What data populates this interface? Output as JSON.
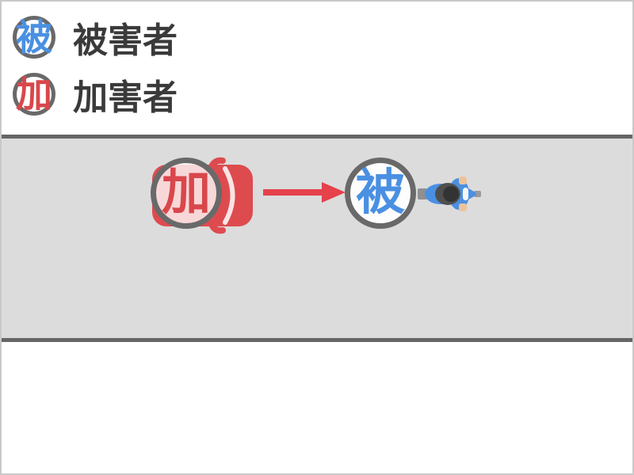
{
  "legend": {
    "items": [
      {
        "badge": "被",
        "label": "被害者"
      },
      {
        "badge": "加",
        "label": "加害者"
      }
    ]
  },
  "road": {
    "car_badge": "加",
    "bike_badge": "被"
  },
  "icons": {
    "car": "car-top-icon",
    "motorcycle": "motorcycle-top-icon",
    "arrow": "arrow-right-icon"
  },
  "colors": {
    "victim_blue": "#4a90e2",
    "perpetrator_red": "#d9474b",
    "car_red": "#dd4b4f",
    "arrow_red": "#e5424b",
    "road_gray": "#dcdcdc",
    "road_border_gray": "#666666",
    "badge_border_gray": "#696969",
    "legend_text": "#3a3a3a",
    "frame_border": "#c9c9c9"
  }
}
